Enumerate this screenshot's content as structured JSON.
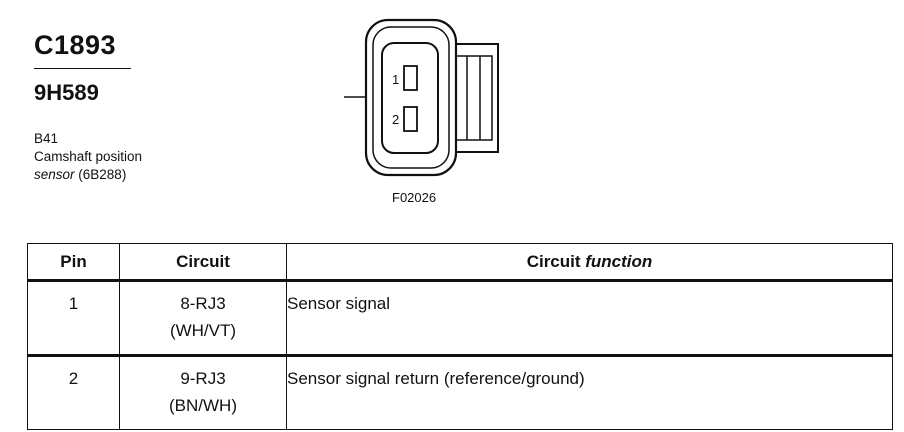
{
  "header": {
    "connector_id": "C1893",
    "part_number": "9H589",
    "location": "B41",
    "description_line1": "Camshaft position",
    "description_line2_italic": "sensor",
    "description_line2_rest": " (6B288)"
  },
  "diagram": {
    "pin_labels": [
      "1",
      "2"
    ],
    "figure_code": "F02026"
  },
  "table": {
    "headers": {
      "pin": "Pin",
      "circuit": "Circuit",
      "function_part1": "Circuit ",
      "function_part2": "function"
    },
    "rows": [
      {
        "pin": "1",
        "circuit": "8-RJ3",
        "wire": "(WH/VT)",
        "function": "Sensor signal"
      },
      {
        "pin": "2",
        "circuit": "9-RJ3",
        "wire": "(BN/WH)",
        "function": "Sensor signal return (reference/ground)"
      }
    ]
  }
}
